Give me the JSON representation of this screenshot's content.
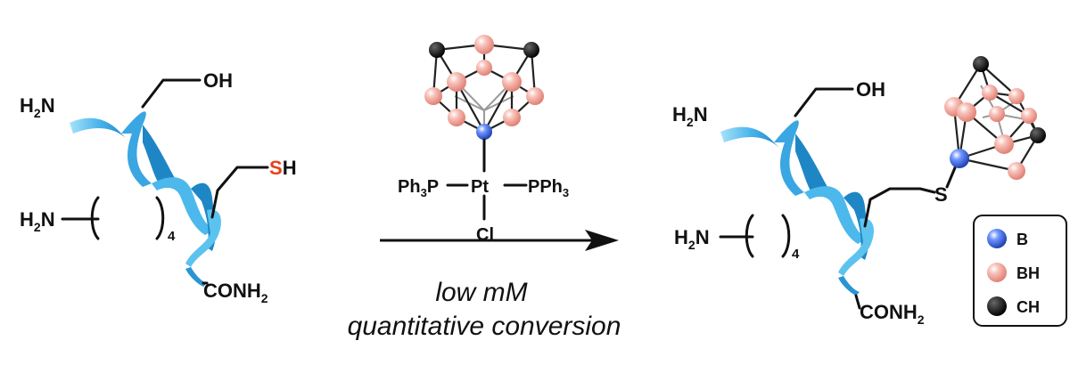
{
  "left_peptide": {
    "n_terminus_1": {
      "base": "H",
      "sub": "2",
      "tail": "N"
    },
    "hydroxyl": "OH",
    "thiol_s": "S",
    "thiol_h": "H",
    "n_terminus_2": {
      "base": "H",
      "sub": "2",
      "tail": "N"
    },
    "repeat_count": "4",
    "amide": {
      "base": "CONH",
      "sub": "2"
    }
  },
  "reagent": {
    "left_ligand": {
      "base": "Ph",
      "sub": "3",
      "tail": "P"
    },
    "metal": "Pt",
    "right_ligand": {
      "base": "PPh",
      "sub": "3"
    },
    "halide": "Cl"
  },
  "conditions": {
    "line1": "low mM",
    "line2": "quantitative conversion"
  },
  "right_peptide": {
    "n_terminus_1": {
      "base": "H",
      "sub": "2",
      "tail": "N"
    },
    "hydroxyl": "OH",
    "sulfur": "S",
    "n_terminus_2": {
      "base": "H",
      "sub": "2",
      "tail": "N"
    },
    "repeat_count": "4",
    "amide": {
      "base": "CONH",
      "sub": "2"
    }
  },
  "legend": {
    "items": [
      {
        "label": "B",
        "color": "#2f5fd6",
        "icon": "boron-sphere-icon"
      },
      {
        "label": "BH",
        "color": "#f2a49a",
        "icon": "borohydride-sphere-icon"
      },
      {
        "label": "CH",
        "color": "#111111",
        "icon": "carbon-sphere-icon"
      }
    ]
  },
  "colors": {
    "helix_light": "#8fd8f7",
    "helix_mid": "#4cb8ec",
    "helix_dark": "#1f86c6",
    "sulfur": "#e8401f",
    "boron": "#2f5fd6",
    "bh": "#f2a49a",
    "ch": "#111111"
  }
}
